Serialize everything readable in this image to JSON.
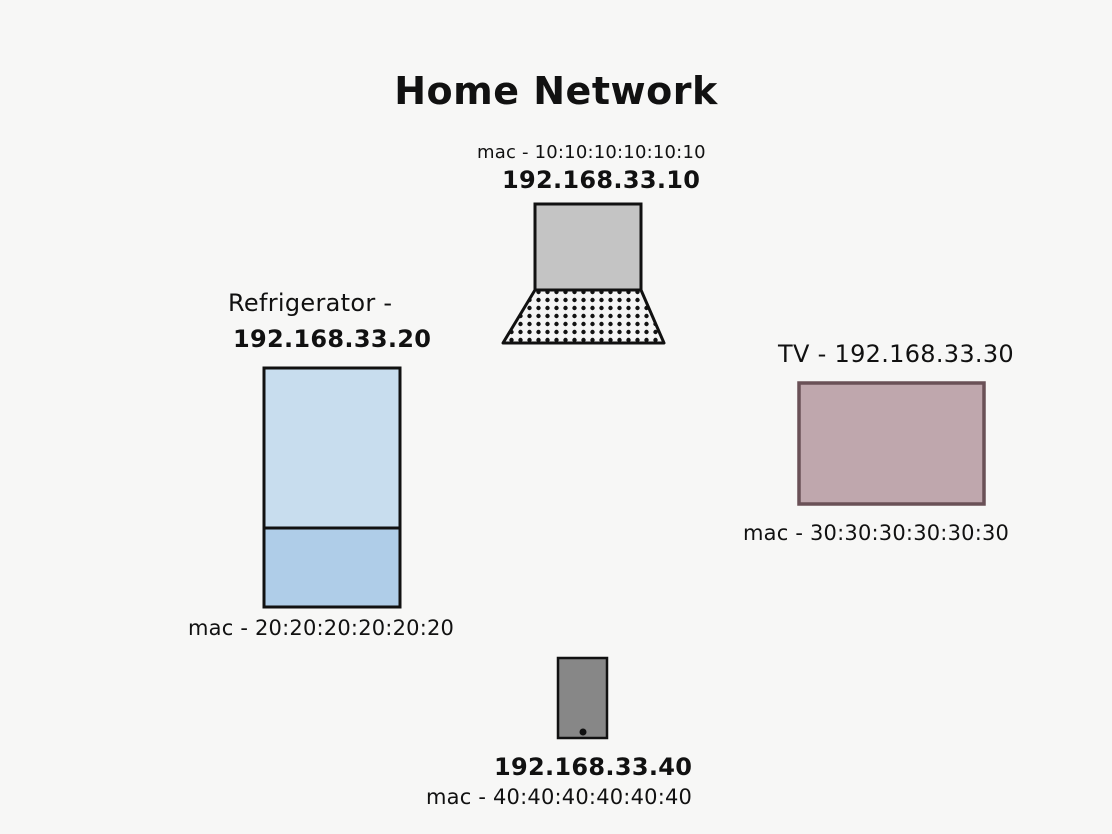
{
  "title": "Home Network",
  "colors": {
    "background": "#f7f7f6",
    "laptop_screen": "#c4c4c4",
    "laptop_keyboard": "#f4f4f4",
    "fridge_top": "#c8ddee",
    "fridge_bottom": "#afcde8",
    "tv_screen": "#bfa7ad",
    "tv_border": "#6a5157",
    "phone_body": "#878787"
  },
  "devices": {
    "laptop": {
      "icon": "laptop-icon",
      "mac": "mac - 10:10:10:10:10:10",
      "ip": "192.168.33.10"
    },
    "refrigerator": {
      "icon": "refrigerator-icon",
      "label_line1": "Refrigerator -",
      "ip": "192.168.33.20",
      "mac": "mac - 20:20:20:20:20:20"
    },
    "tv": {
      "icon": "tv-icon",
      "label": "TV - 192.168.33.30",
      "mac": "mac - 30:30:30:30:30:30"
    },
    "phone": {
      "icon": "phone-icon",
      "ip": "192.168.33.40",
      "mac": "mac - 40:40:40:40:40:40"
    }
  }
}
